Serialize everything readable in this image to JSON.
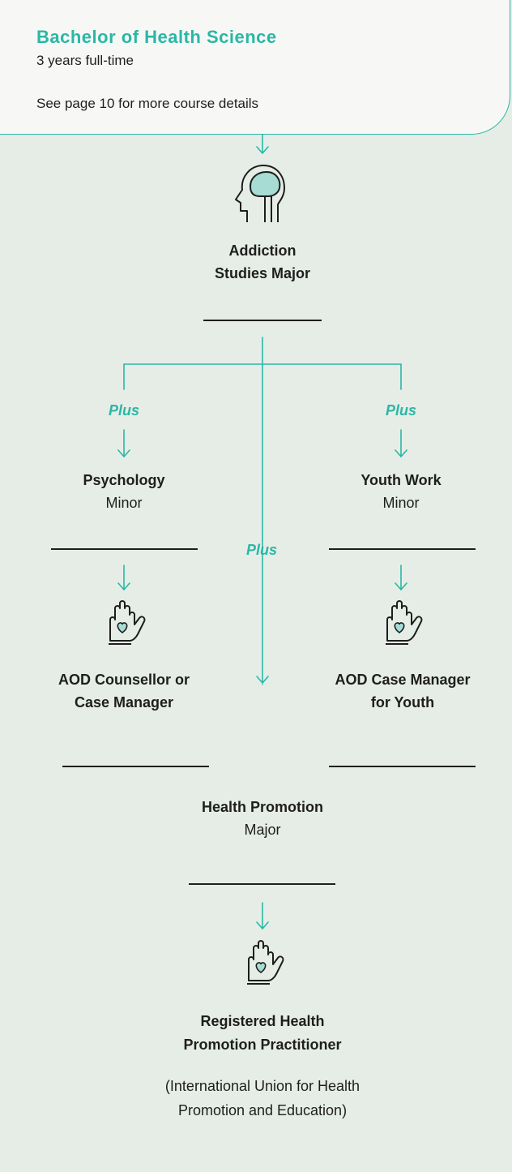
{
  "header": {
    "title": "Bachelor of Health Science",
    "duration": "3 years full-time",
    "note": "See page 10 for more course details"
  },
  "major": {
    "line1": "Addiction",
    "line2": "Studies Major",
    "icon": "brain-head-icon"
  },
  "left_branch": {
    "plus": "Plus",
    "title": "Psychology",
    "subtitle": "Minor",
    "outcome_line1": "AOD Counsellor or",
    "outcome_line2": "Case Manager",
    "icon": "hand-heart-icon"
  },
  "right_branch": {
    "plus": "Plus",
    "title": "Youth Work",
    "subtitle": "Minor",
    "outcome_line1": "AOD Case Manager",
    "outcome_line2": "for Youth",
    "icon": "hand-heart-icon"
  },
  "center_branch": {
    "plus": "Plus",
    "title": "Health Promotion",
    "subtitle": "Major",
    "outcome_line1": "Registered Health",
    "outcome_line2": "Promotion Practitioner",
    "org_line1": "(International Union for Health",
    "org_line2": "Promotion and Education)",
    "icon": "hand-heart-icon"
  },
  "colors": {
    "accent": "#2bb7a6",
    "background": "#e6ede6",
    "header_bg": "#f7f8f6",
    "text": "#1e1e1e",
    "icon_fill": "#a6dcd3"
  }
}
